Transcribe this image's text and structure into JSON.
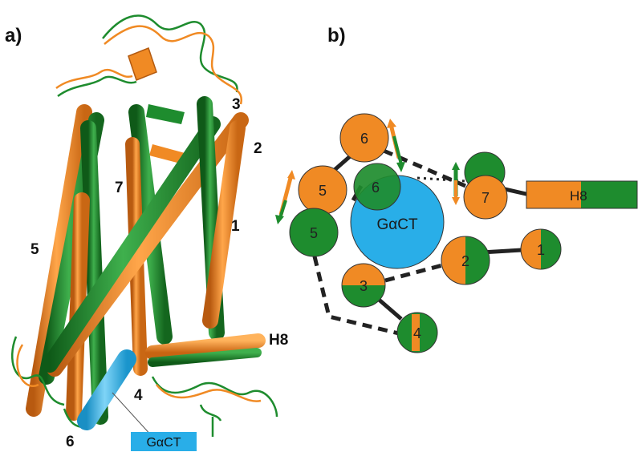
{
  "colors": {
    "orange": "#f08a24",
    "green": "#1e8c2e",
    "blue": "#29aee8",
    "dark": "#222222"
  },
  "panel_a": {
    "label": "a)",
    "helix_labels": {
      "h1": "1",
      "h2": "2",
      "h3": "3",
      "h4": "4",
      "h5": "5",
      "h6": "6",
      "h7": "7",
      "h8": "H8"
    },
    "gct_label": "GαCT"
  },
  "panel_b": {
    "label": "b)",
    "circles": {
      "c6o": "6",
      "c5o": "5",
      "c6g": "6",
      "c5g": "5",
      "c7g": "",
      "c7o": "7",
      "c1": "1",
      "c2": "2",
      "c3": "3",
      "c4": "4"
    },
    "gct": "GαCT",
    "h8": "H8"
  }
}
